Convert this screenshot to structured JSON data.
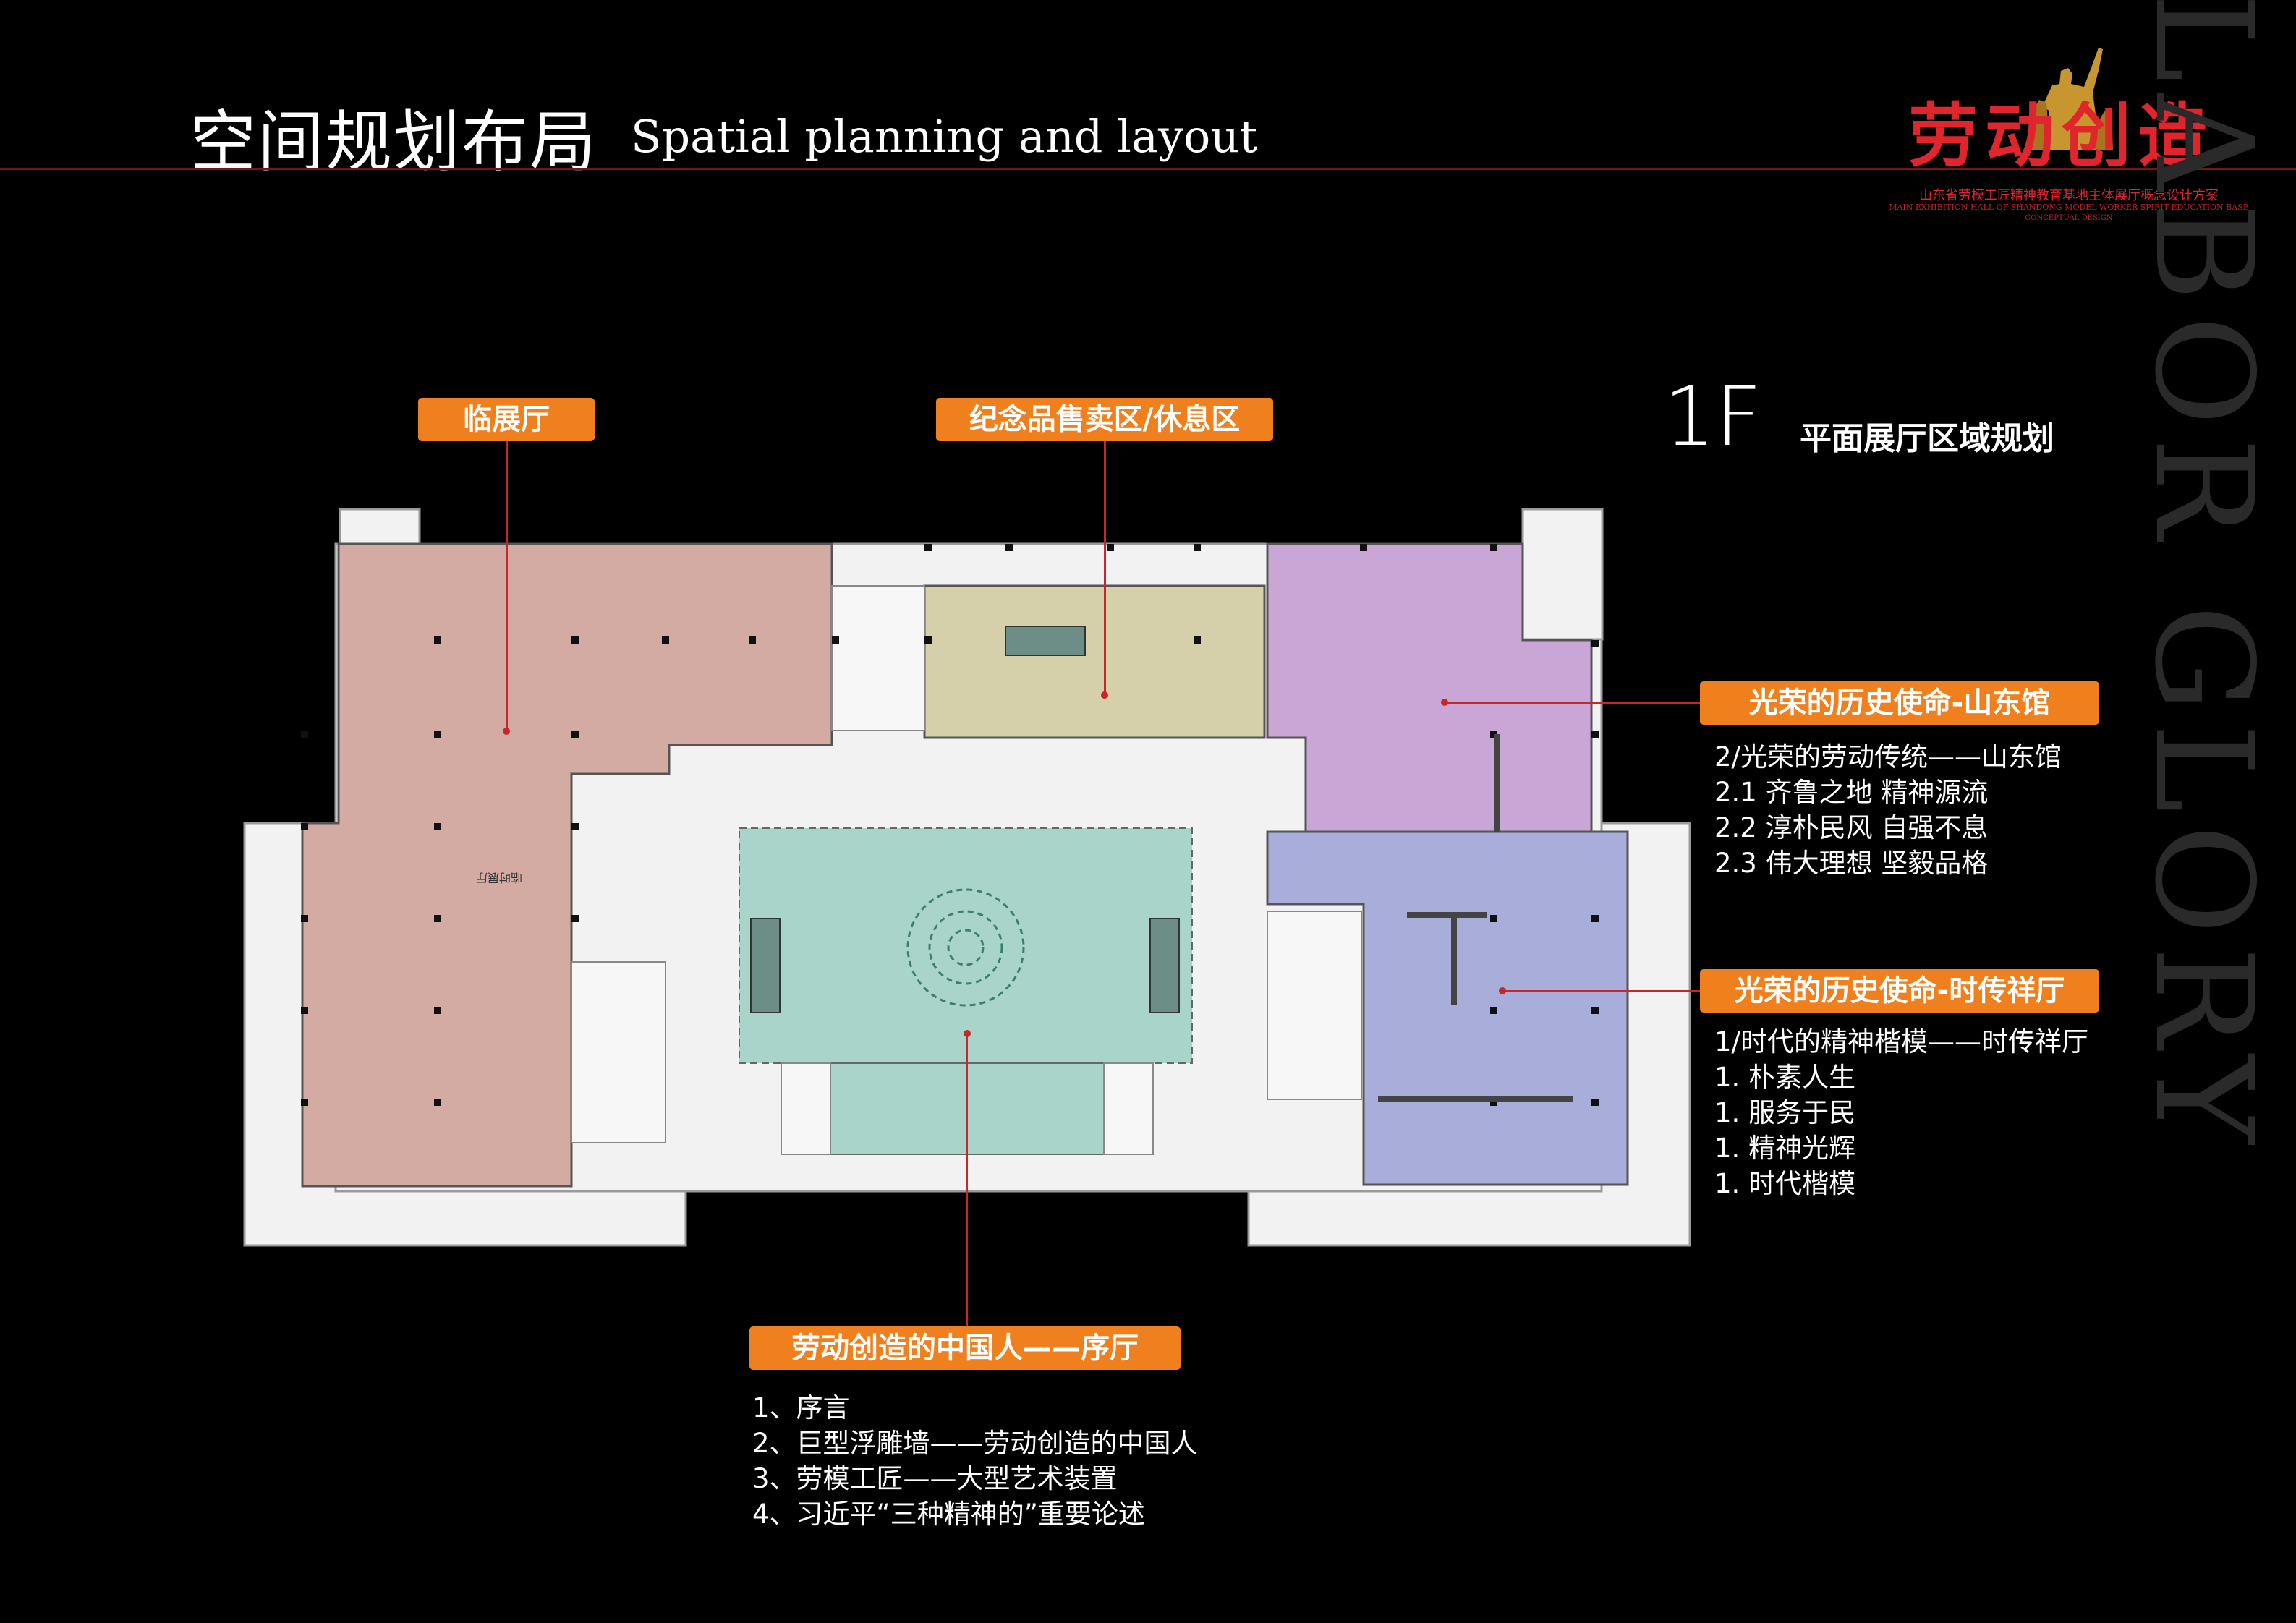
{
  "header": {
    "title_cn": "空间规划布局",
    "title_en": "Spatial planning and layout"
  },
  "logo": {
    "title": "劳动创造",
    "subtitle_cn": "山东省劳模工匠精神教育基地主体展厅概念设计方案",
    "subtitle_en": "MAIN EXHIBITION HALL OF SHANDONG MODEL WORKER SPIRIT EDUCATION BASE",
    "subtitle_en2": "CONCEPTUAL DESIGN"
  },
  "wordmark": "LABOR GLORY",
  "floor": {
    "label": "1F",
    "description": "平面展厅区域规划"
  },
  "zones": {
    "temporary": {
      "label": "临展厅",
      "plan_text": "临时展厅"
    },
    "souvenir": {
      "label": "纪念品售卖区/休息区"
    },
    "shandong": {
      "label": "光荣的历史使命-山东馆",
      "items": [
        "2/光荣的劳动传统——山东馆",
        "2.1 齐鲁之地 精神源流",
        "2.2 淳朴民风 自强不息",
        "2.3 伟大理想 坚毅品格"
      ]
    },
    "shichuanxiang": {
      "label": "光荣的历史使命-时传祥厅",
      "items": [
        "1/时代的精神楷模——时传祥厅",
        "1. 朴素人生",
        "1. 服务于民",
        "1. 精神光辉",
        "1. 时代楷模"
      ]
    },
    "prelude": {
      "label": "劳动创造的中国人——序厅",
      "items": [
        "1、序言",
        "2、巨型浮雕墙——劳动创造的中国人",
        "3、劳模工匠——大型艺术装置",
        "4、习近平“三种精神的”重要论述"
      ]
    }
  },
  "colors": {
    "accent_orange": "#f07f1d",
    "leader_red": "#c7262c",
    "temporary_zone": "#d3aba3",
    "souvenir_zone": "#d5d0a9",
    "shandong_zone": "#caa6d6",
    "shichuanxiang_zone": "#a8add9",
    "prelude_zone": "#a9d4c9"
  }
}
